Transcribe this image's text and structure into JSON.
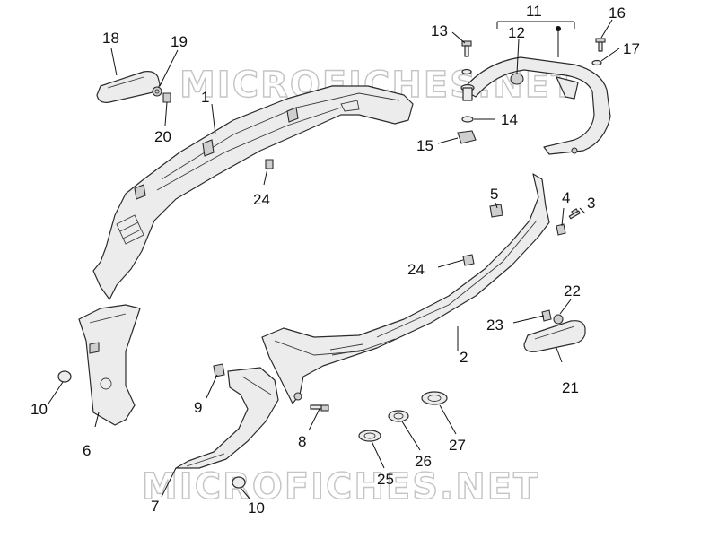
{
  "watermark": {
    "top": "MICROFICHES.NET",
    "bottom": "MICROFICHES.NET"
  },
  "callouts": {
    "n1": "1",
    "n2": "2",
    "n3": "3",
    "n4": "4",
    "n5": "5",
    "n6": "6",
    "n7": "7",
    "n8": "8",
    "n9": "9",
    "n10a": "10",
    "n10b": "10",
    "n11": "11",
    "n12": "12",
    "n13": "13",
    "n14": "14",
    "n15": "15",
    "n16": "16",
    "n17": "17",
    "n18": "18",
    "n19": "19",
    "n20": "20",
    "n21": "21",
    "n22": "22",
    "n23": "23",
    "n24a": "24",
    "n24b": "24",
    "n25": "25",
    "n26": "26",
    "n27": "27"
  }
}
